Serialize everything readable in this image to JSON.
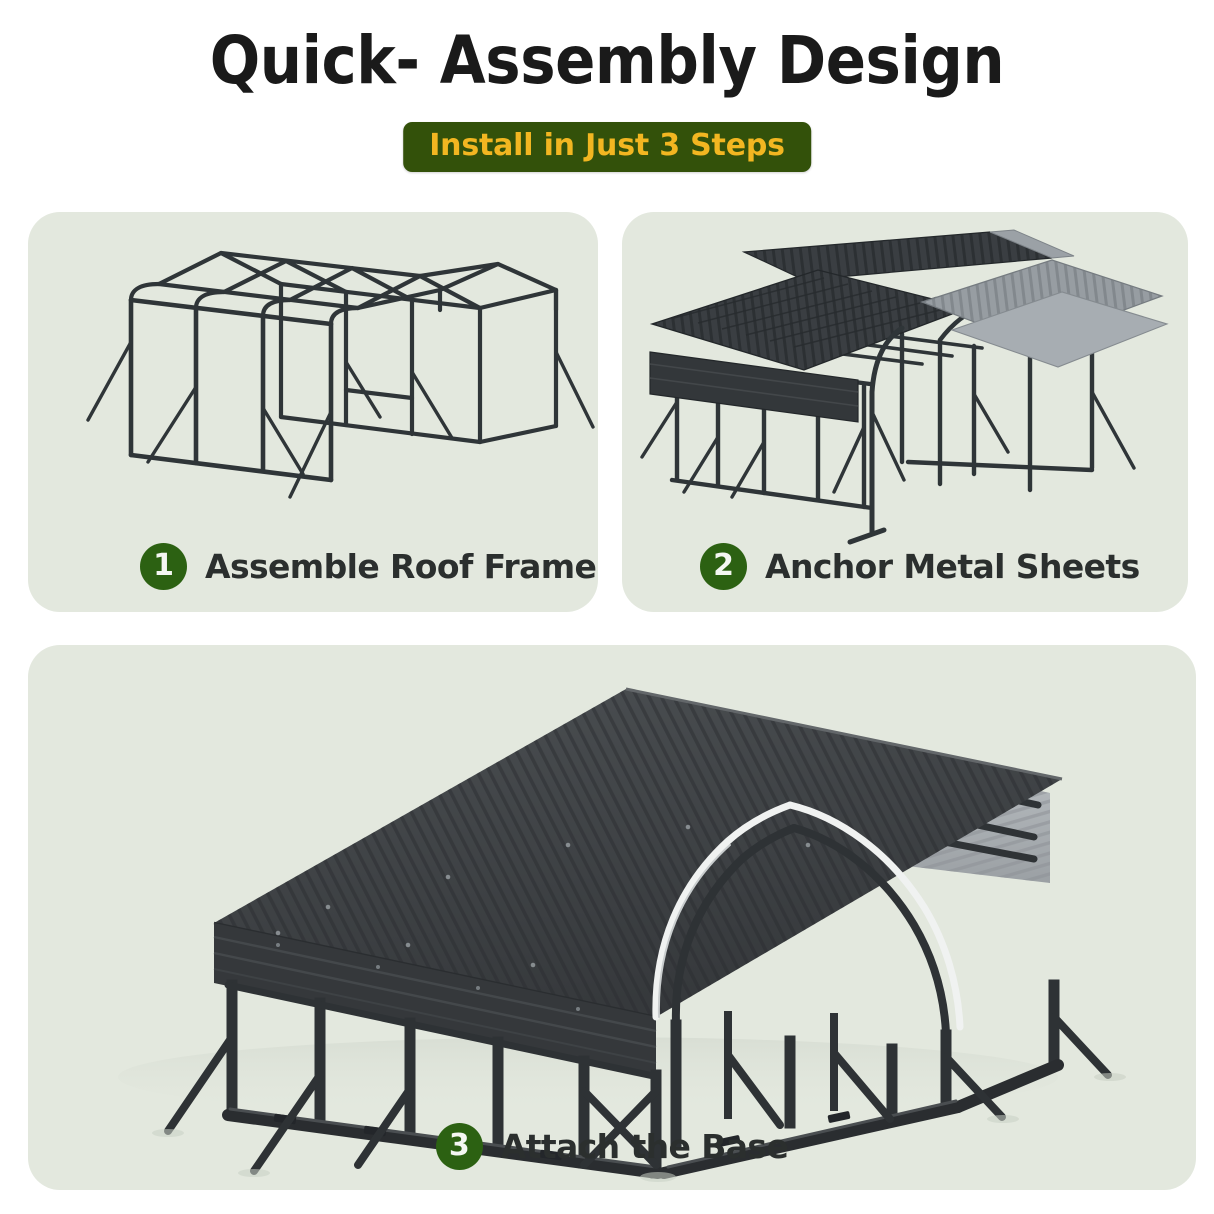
{
  "header": {
    "title": "Quick- Assembly Design",
    "badge_label": "Install in Just 3 Steps",
    "badge_bg_color": "#33510a",
    "badge_text_color": "#f2b621",
    "title_color": "#1a1a1a"
  },
  "theme": {
    "page_bg": "#ffffff",
    "card_bg": "#e3e8de",
    "frame_dark": "#2f3538",
    "frame_mid": "#4a5055",
    "panel_dark": "#3a3e42",
    "panel_gray": "#8b9196",
    "panel_light": "#b9bec2",
    "trim_white": "#f2f4f3",
    "badge_green": "#2c6112",
    "caption_text": "#2b2f2e"
  },
  "steps": [
    {
      "number": "1",
      "label": "Assemble Roof Frame",
      "illustration": "carport-bare-roof-frame"
    },
    {
      "number": "2",
      "label": "Anchor Metal Sheets",
      "illustration": "carport-metal-roof-panels"
    },
    {
      "number": "3",
      "label": "Attach the Base",
      "illustration": "carport-completed-with-base"
    }
  ]
}
